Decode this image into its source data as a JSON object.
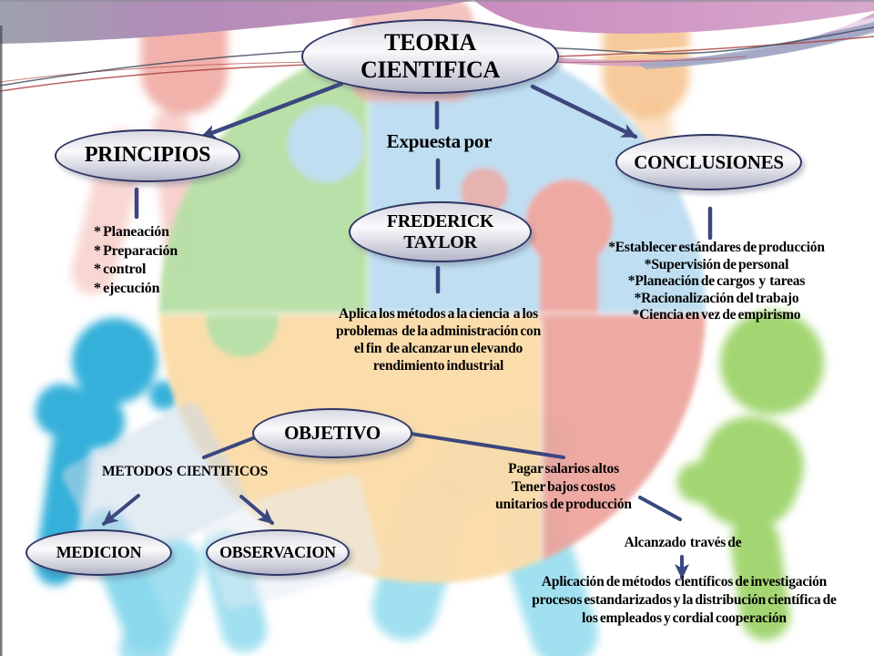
{
  "colors": {
    "arrow": "#3B477E",
    "node_border": "#2F3564",
    "puzzle_blue": "#BCDDF1",
    "puzzle_green": "#B7DFA5",
    "puzzle_orange": "#FBDCA8",
    "puzzle_red": "#EDA59E",
    "person_red": "#EFA49C",
    "person_orange": "#F6C490",
    "person_blue": "#35B0DA",
    "person_cyan": "#8AD8EC",
    "person_green": "#A3D672",
    "swoosh_pink": "#CFA0C8",
    "swoosh_blue": "#93A6C2",
    "banner_gray": "#9CA2AC",
    "banner_purple": "#B18CB8",
    "banner_pink": "#D8A8CC"
  },
  "nodes": {
    "teoria": {
      "line1": "TEORIA",
      "line2": "CIENTIFICA"
    },
    "principios": "PRINCIPIOS",
    "conclusiones": "CONCLUSIONES",
    "expuesta_por": "Expuesta por",
    "frederick": {
      "line1": "FREDERICK",
      "line2": "TAYLOR"
    },
    "objetivo": "OBJETIVO",
    "metodos_cientificos": "METODOS  CIENTIFICOS",
    "medicion": "MEDICION",
    "observacion": "OBSERVACION"
  },
  "texts": {
    "principios_items": [
      "* Planeación",
      "* Preparación",
      "* control",
      "* ejecución"
    ],
    "conclusiones_items": [
      "*Establecer estándares de producción",
      "*Supervisión de personal",
      "*Planeación de cargos  y  tareas",
      "*Racionalización del trabajo",
      "*Ciencia en vez de empirismo"
    ],
    "frederick_desc_lines": [
      "Aplica los métodos a la ciencia  a los",
      "problemas  de la administración con",
      "el fin  de alcanzar un elevando",
      "rendimiento industrial"
    ],
    "objetivo_desc_lines": [
      "Pagar salarios altos",
      "Tener bajos costos",
      "unitarios de producción"
    ],
    "alcanzado": "Alcanzado  través de",
    "aplicacion_lines": [
      "Aplicación de métodos  científicos de investigación",
      "procesos estandarizados y la distribución científica de",
      "los empleados y cordial cooperación"
    ]
  }
}
